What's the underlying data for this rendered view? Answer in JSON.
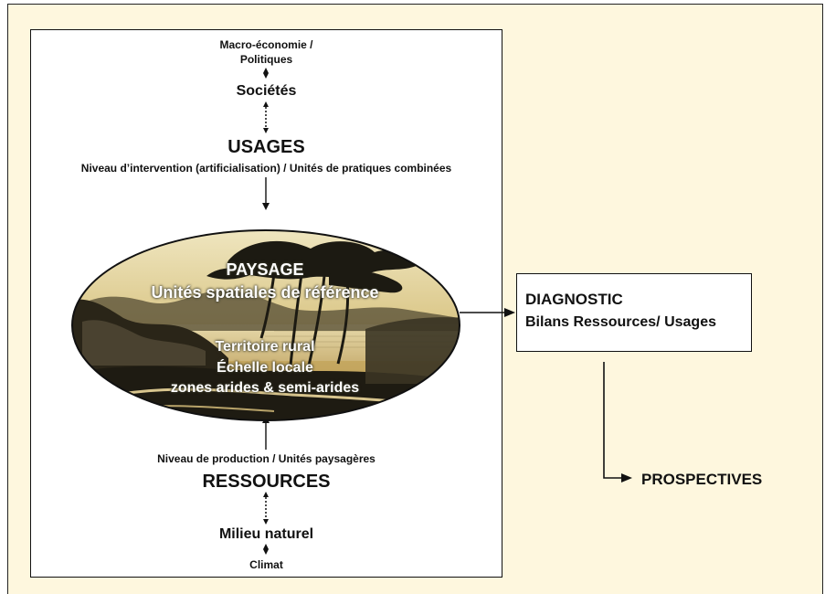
{
  "top": {
    "macro": "Macro-économie /",
    "politiques": "Politiques",
    "societes": "Sociétés",
    "usages": "USAGES",
    "usages_sub": "Niveau d’intervention (artificialisation) / Unités de pratiques combinées"
  },
  "paysage": {
    "title": "PAYSAGE",
    "subtitle": "Unités spatiales de référence",
    "territoire": "Territoire rural",
    "echelle": "Échelle locale",
    "zones": "zones arides & semi-arides"
  },
  "bottom": {
    "production": "Niveau de production / Unités paysagères",
    "ressources": "RESSOURCES",
    "milieu": "Milieu naturel",
    "climat": "Climat"
  },
  "diagnostic": {
    "title": "DIAGNOSTIC",
    "subtitle": "Bilans Ressources/ Usages"
  },
  "prospectives": "PROSPECTIVES",
  "colors": {
    "background": "#fef7de",
    "box": "#ffffff",
    "sky_top": "#ede3b8",
    "sky_bottom": "#c9ad66",
    "ink": "#111111"
  }
}
